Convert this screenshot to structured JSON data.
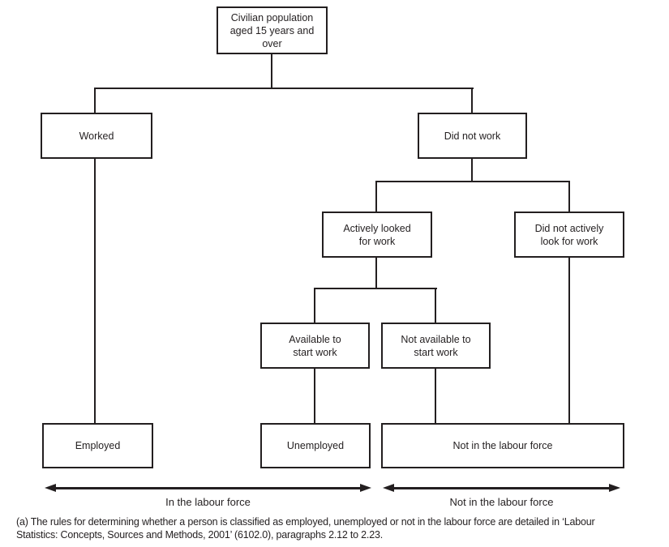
{
  "diagram": {
    "nodes": {
      "civilian": "Civilian population aged 15 years and over",
      "worked": "Worked",
      "did_not_work": "Did not work",
      "actively_looked": "Actively looked for work",
      "did_not_actively": "Did not actively look for work",
      "available": "Available to start work",
      "not_available": "Not available to start work",
      "employed": "Employed",
      "unemployed": "Unemployed",
      "not_in_labour_force": "Not in the labour force"
    },
    "arrow_labels": {
      "in_labour_force": "In the labour force",
      "not_in_labour_force": "Not in the labour force"
    },
    "footnote_lines": [
      "(a) The rules for determining whether a person is classified as employed, unemployed or not in the labour force are detailed in ‘Labour",
      "Statistics: Concepts, Sources and Methods, 2001’ (6102.0), paragraphs 2.12 to 2.23."
    ],
    "colors": {
      "line": "#231f20",
      "background": "#ffffff"
    }
  }
}
